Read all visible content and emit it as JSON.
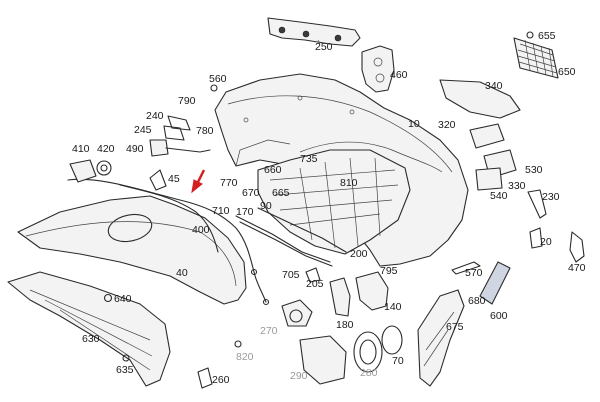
{
  "colors": {
    "line": "#2b2b2b",
    "accent_arrow": "#d32020",
    "grey_label": "#9a9a9a",
    "background": "#ffffff"
  },
  "labels": {
    "p250": "250",
    "p655": "655",
    "p650": "650",
    "p460": "460",
    "p560": "560",
    "p340": "340",
    "p790": "790",
    "p240": "240",
    "p780": "780",
    "p10": "10",
    "p245": "245",
    "p320": "320",
    "p410": "410",
    "p420": "420",
    "p490": "490",
    "p735": "735",
    "p530": "530",
    "p770": "770",
    "p660": "660",
    "p810": "810",
    "p45": "45",
    "p670": "670",
    "p665": "665",
    "p330": "330",
    "p540": "540",
    "p230": "230",
    "p710": "710",
    "p170": "170",
    "p90": "90",
    "p400": "400",
    "p20": "20",
    "p470": "470",
    "p200": "200",
    "p795": "795",
    "p40": "40",
    "p570": "570",
    "p705": "705",
    "p205": "205",
    "p640": "640",
    "p680": "680",
    "p600": "600",
    "p630": "630",
    "p140": "140",
    "p180": "180",
    "p675": "675",
    "p270": "270",
    "p820": "820",
    "p70": "70",
    "p635": "635",
    "p290": "290",
    "p280": "280",
    "p260": "260"
  },
  "icons": {
    "callout_arrow": "red-pointer-arrow"
  }
}
